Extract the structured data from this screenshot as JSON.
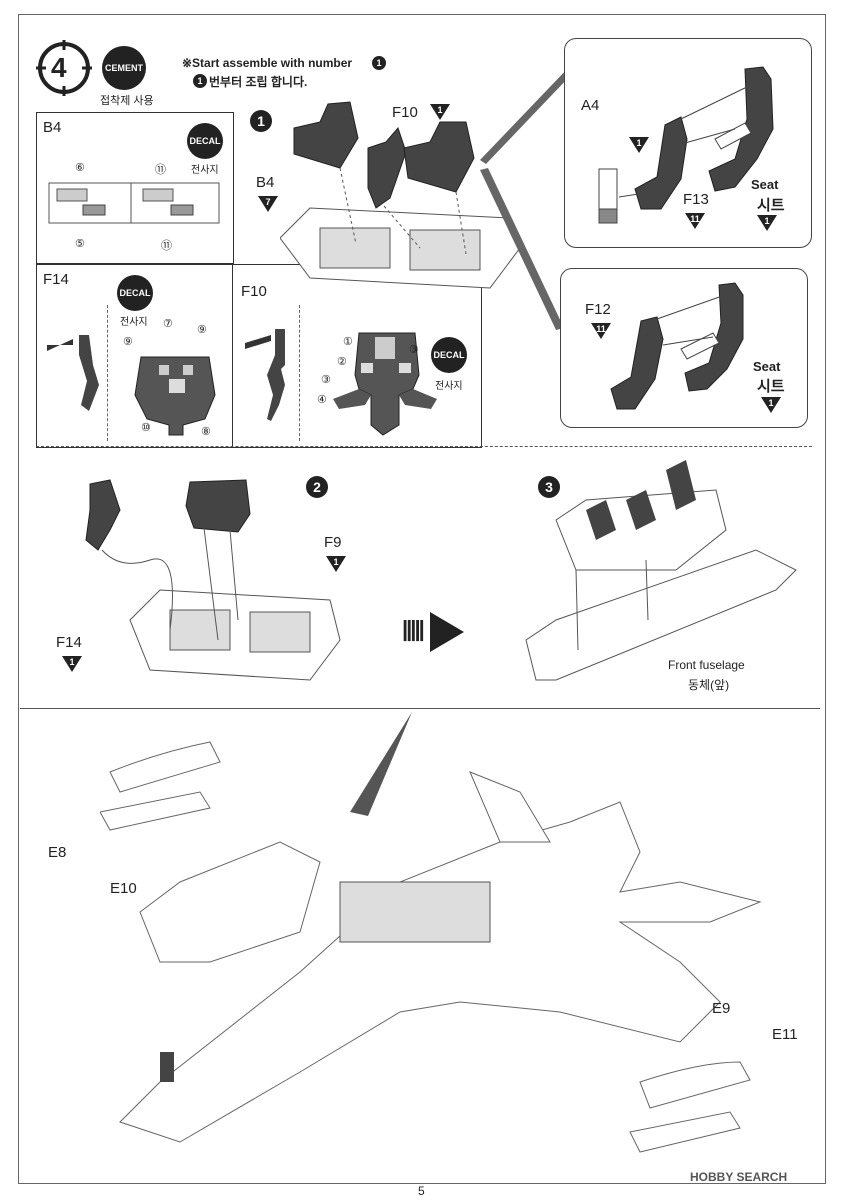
{
  "step": {
    "number": "4",
    "cement_label": "CEMENT",
    "cement_caption": "접착제 사용",
    "note_en": "※Start assemble with number",
    "note_kr": "번부터 조립 합니다.",
    "note_ref": "1"
  },
  "decal": {
    "label": "DECAL",
    "caption": "전사지"
  },
  "panels": {
    "b4_box": {
      "title": "B4",
      "marks": [
        "⑥",
        "⑪",
        "⑤",
        "⑪"
      ]
    },
    "f14_box": {
      "title": "F14",
      "marks": [
        "⑦",
        "⑨",
        "⑨",
        "⑩",
        "⑧"
      ]
    },
    "f10_box": {
      "title": "F10",
      "marks": [
        "①",
        "②",
        "③",
        "③",
        "④"
      ]
    }
  },
  "substeps": {
    "s1": "1",
    "s2": "2",
    "s3": "3"
  },
  "parts": {
    "f10": {
      "name": "F10",
      "qty": "1"
    },
    "b4": {
      "name": "B4",
      "qty": "7"
    },
    "a4": {
      "name": "A4",
      "qty": "1"
    },
    "f13": {
      "name": "F13",
      "qty": "11"
    },
    "f12": {
      "name": "F12",
      "qty": "11"
    },
    "f9": {
      "name": "F9",
      "qty": "1"
    },
    "f14": {
      "name": "F14",
      "qty": "1"
    },
    "e8": {
      "name": "E8"
    },
    "e10": {
      "name": "E10"
    },
    "e9": {
      "name": "E9"
    },
    "e11": {
      "name": "E11"
    }
  },
  "seat_top": {
    "en": "Seat",
    "kr": "시트",
    "qty": "1"
  },
  "seat_mid": {
    "en": "Seat",
    "kr": "시트",
    "qty": "1"
  },
  "front_fuselage": {
    "en": "Front fuselage",
    "kr": "동체(앞)"
  },
  "page_number": "5",
  "watermark": "HOBBY SEARCH"
}
